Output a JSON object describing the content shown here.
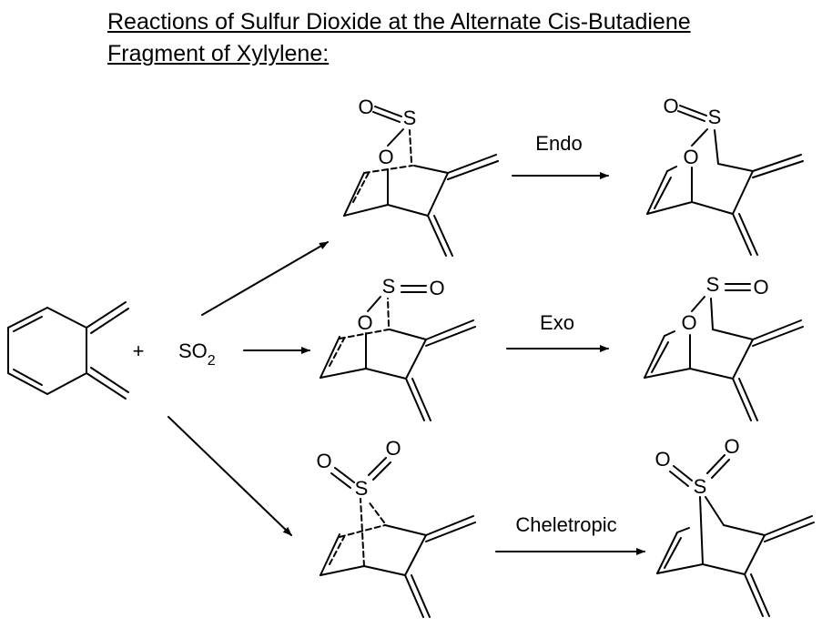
{
  "title": {
    "line1": "Reactions of Sulfur Dioxide at the Alternate Cis-Butadiene",
    "line2": "Fragment of Xylylene:"
  },
  "reactants": {
    "plus": "+",
    "reagent": "SO",
    "reagent_subscript": "2"
  },
  "pathways": [
    {
      "label": "Endo"
    },
    {
      "label": "Exo"
    },
    {
      "label": "Cheletropic"
    }
  ],
  "atoms": {
    "sulfur": "S",
    "oxygen": "O"
  }
}
